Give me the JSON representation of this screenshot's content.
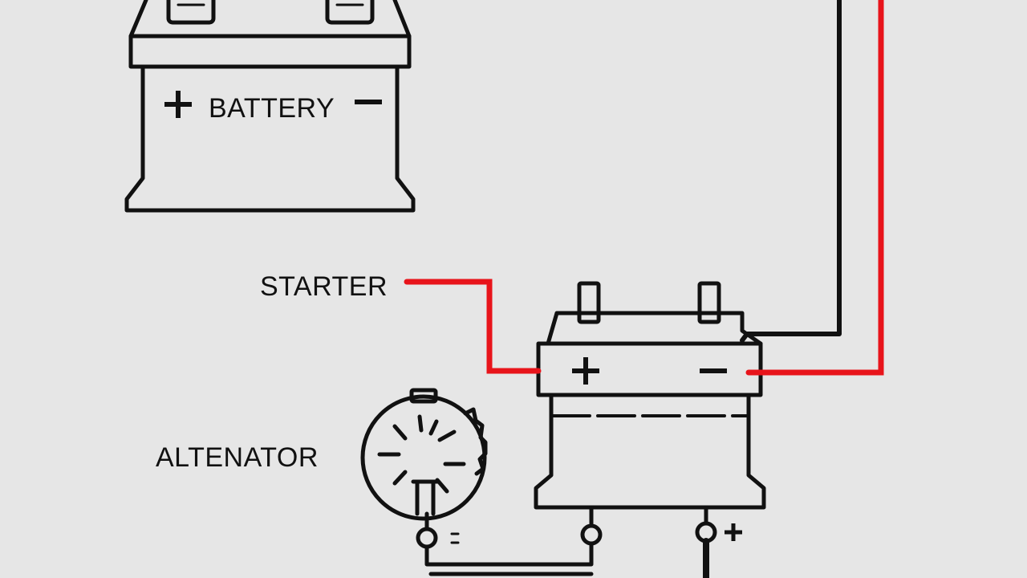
{
  "labels": {
    "battery": "BATTERY",
    "starter": "STARTER",
    "alternator": "ALTENATOR",
    "plus_sign": "+",
    "minus_sign": "−"
  },
  "colors": {
    "background": "#e6e6e6",
    "wire_positive": "#e8141b",
    "wire_negative": "#111111",
    "outline": "#111111"
  }
}
